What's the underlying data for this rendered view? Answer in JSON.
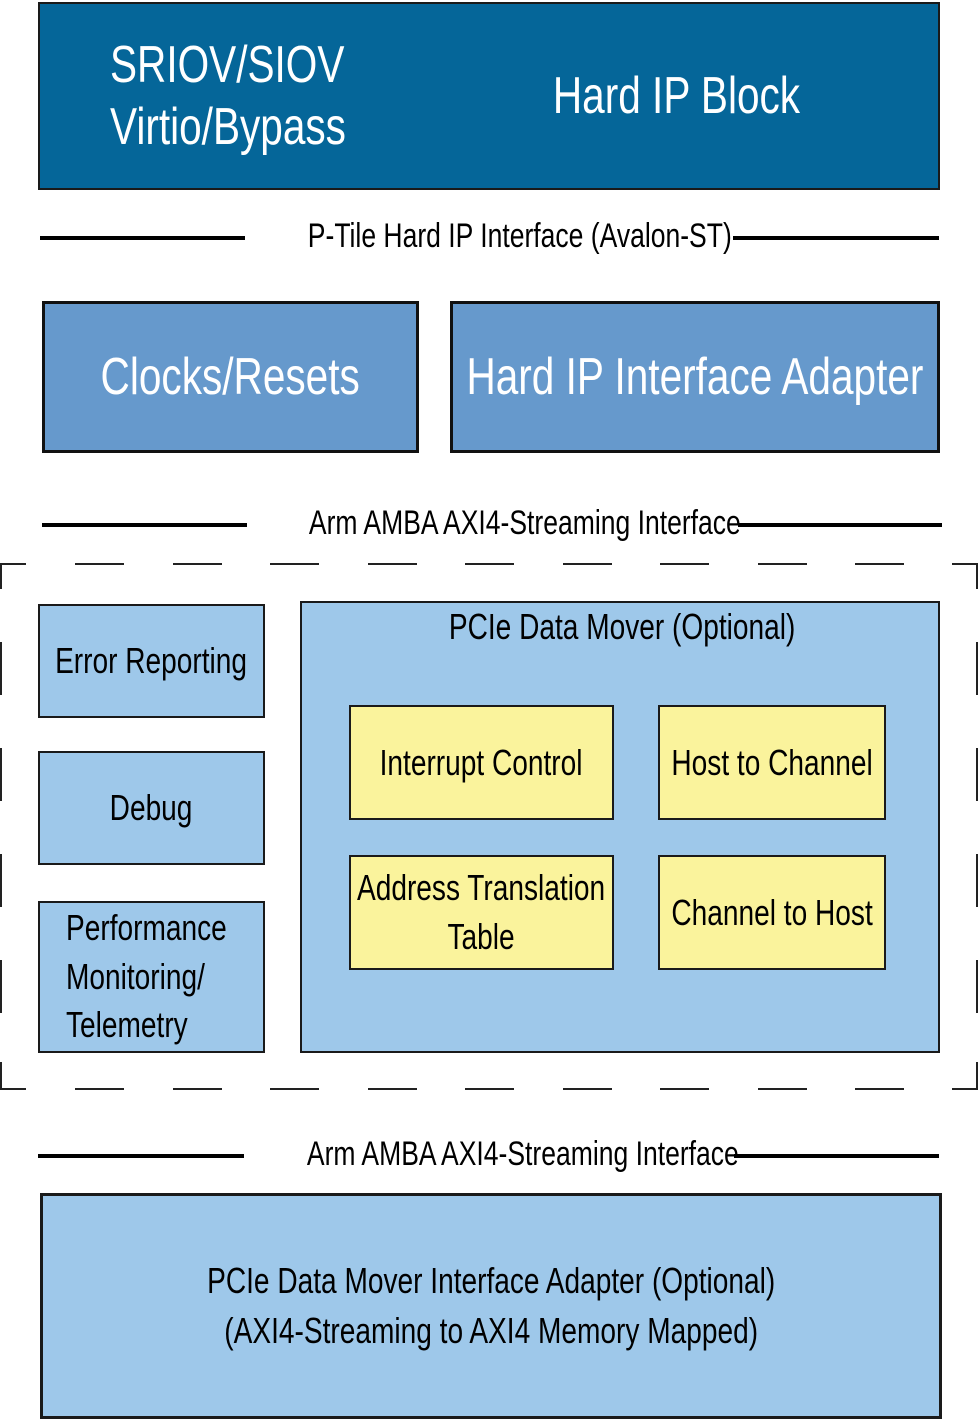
{
  "top": {
    "left_block": [
      "SRIOV/SIOV",
      "Virtio/Bypass"
    ],
    "right_block": "Hard IP Block"
  },
  "bus1": "P-Tile Hard IP Interface (Avalon-ST)",
  "row2": {
    "clocks": "Clocks/Resets",
    "adapter": "Hard IP Interface Adapter"
  },
  "bus2": "Arm AMBA AXI4-Streaming Interface",
  "side_blocks": {
    "error": "Error Reporting",
    "debug": "Debug",
    "perf": [
      "Performance",
      "Monitoring/",
      "Telemetry"
    ]
  },
  "data_mover": {
    "title": "PCIe Data Mover (Optional)",
    "interrupt": "Interrupt Control",
    "h2c": "Host to Channel",
    "att": [
      "Address Translation",
      "Table"
    ],
    "c2h": "Channel to Host"
  },
  "bus3": "Arm AMBA AXI4-Streaming Interface",
  "bottom": {
    "line1": "PCIe Data Mover Interface Adapter (Optional)",
    "line2": "(AXI4-Streaming to AXI4 Memory Mapped)"
  },
  "colors": {
    "dark_blue": "#056699",
    "mid_blue": "#6699cc",
    "light_blue": "#9ec8ea",
    "yellow": "#faf39c"
  }
}
